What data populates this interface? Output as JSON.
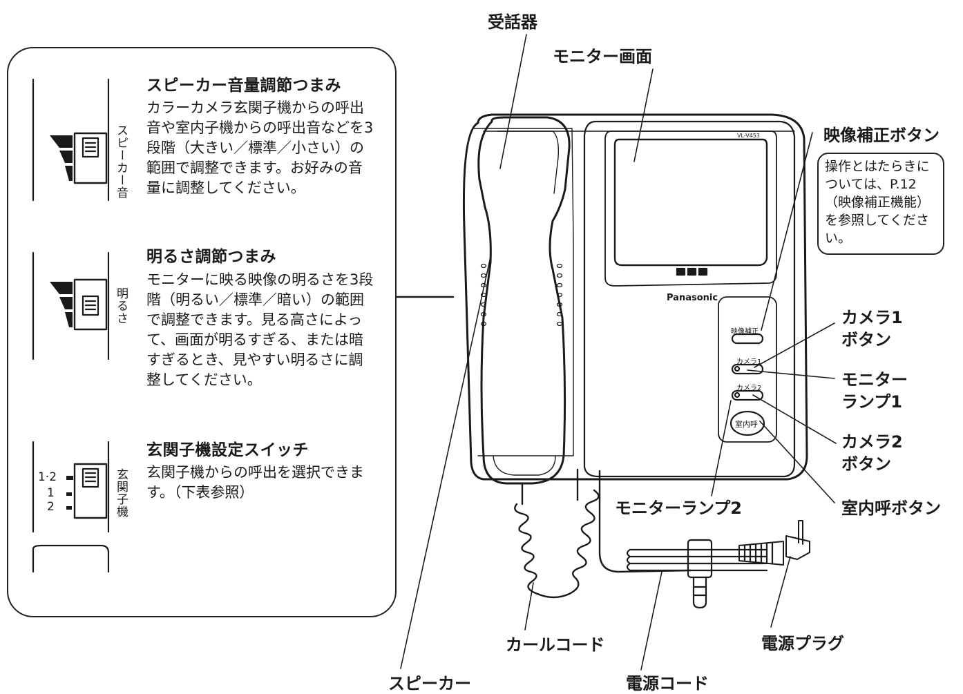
{
  "panel": {
    "speaker": {
      "title": "スピーカー音量調節つまみ",
      "desc": "カラーカメラ玄関子機からの呼出音や室内子機からの呼出音などを3段階（大きい／標準／小さい）の範囲で調整できます。お好みの音量に調整してください。",
      "side_label": "スピーカー音"
    },
    "brightness": {
      "title": "明るさ調節つまみ",
      "desc": "モニターに映る映像の明るさを3段階（明るい／標準／暗い）の範囲で調整できます。見る高さによって、画面が明るすぎる、または暗すぎるとき、見やすい明るさに調整してください。",
      "side_label": "明るさ"
    },
    "door_switch": {
      "title": "玄関子機設定スイッチ",
      "desc": "玄関子機からの呼出を選択できます。（下表参照）",
      "side_label": "玄関子機",
      "positions": [
        "1·2",
        "1",
        "2"
      ]
    }
  },
  "device": {
    "model": "VL-V453",
    "brand": "Panasonic",
    "btn_correction": "映像補正",
    "btn_camera1": "カメラ1",
    "btn_camera2": "カメラ2",
    "btn_intercom": "室内呼"
  },
  "labels": {
    "handset": "受話器",
    "monitor_screen": "モニター画面",
    "image_correction_button": "映像補正ボタン",
    "camera1_button_line1": "カメラ1",
    "camera1_button_line2": "ボタン",
    "monitor_lamp1_line1": "モニター",
    "monitor_lamp1_line2": "ランプ1",
    "camera2_button_line1": "カメラ2",
    "camera2_button_line2": "ボタン",
    "intercom_button": "室内呼ボタン",
    "monitor_lamp2": "モニターランプ2",
    "power_plug": "電源プラグ",
    "curl_cord": "カールコード",
    "speaker": "スピーカー",
    "power_cord": "電源コード"
  },
  "note": {
    "text": "操作とはたらきについては、P.12（映像補正機能）を参照してください。"
  }
}
